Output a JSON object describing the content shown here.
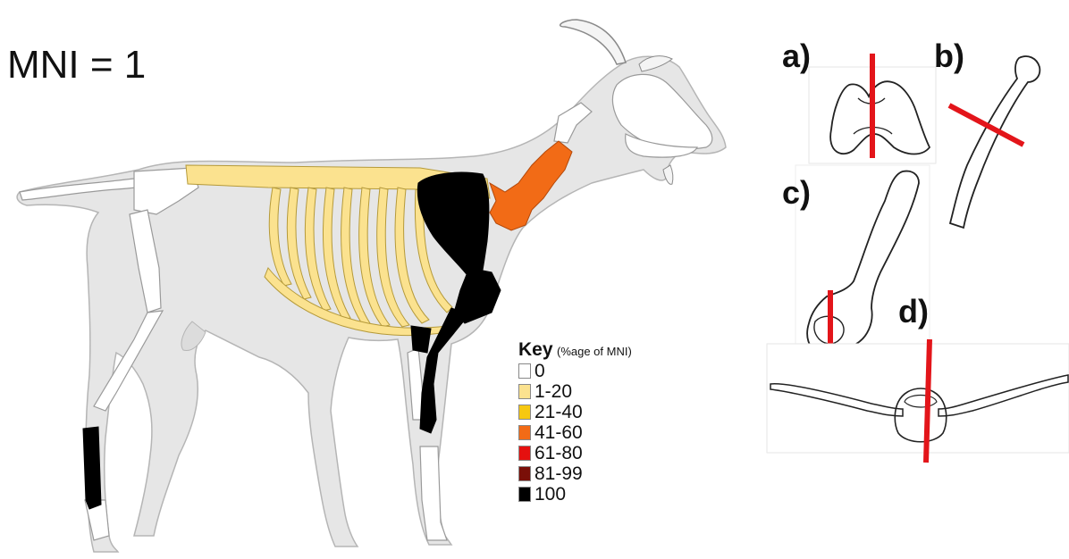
{
  "header": {
    "mni_label": "MNI = 1"
  },
  "key": {
    "title": "Key",
    "subtitle": "(%age of MNI)",
    "entries": [
      {
        "label": "0",
        "color": "#ffffff"
      },
      {
        "label": "1-20",
        "color": "#fbe28f"
      },
      {
        "label": "21-40",
        "color": "#f6c811"
      },
      {
        "label": "41-60",
        "color": "#f26b16"
      },
      {
        "label": "61-80",
        "color": "#e5100f"
      },
      {
        "label": "81-99",
        "color": "#7a0f08"
      },
      {
        "label": "100",
        "color": "#000000"
      }
    ]
  },
  "panels": {
    "a": "a)",
    "b": "b)",
    "c": "c)",
    "d": "d)"
  },
  "colors": {
    "body_fill": "#e6e6e6",
    "body_outline": "#b5b5b5",
    "cut_line": "#e3151a"
  }
}
